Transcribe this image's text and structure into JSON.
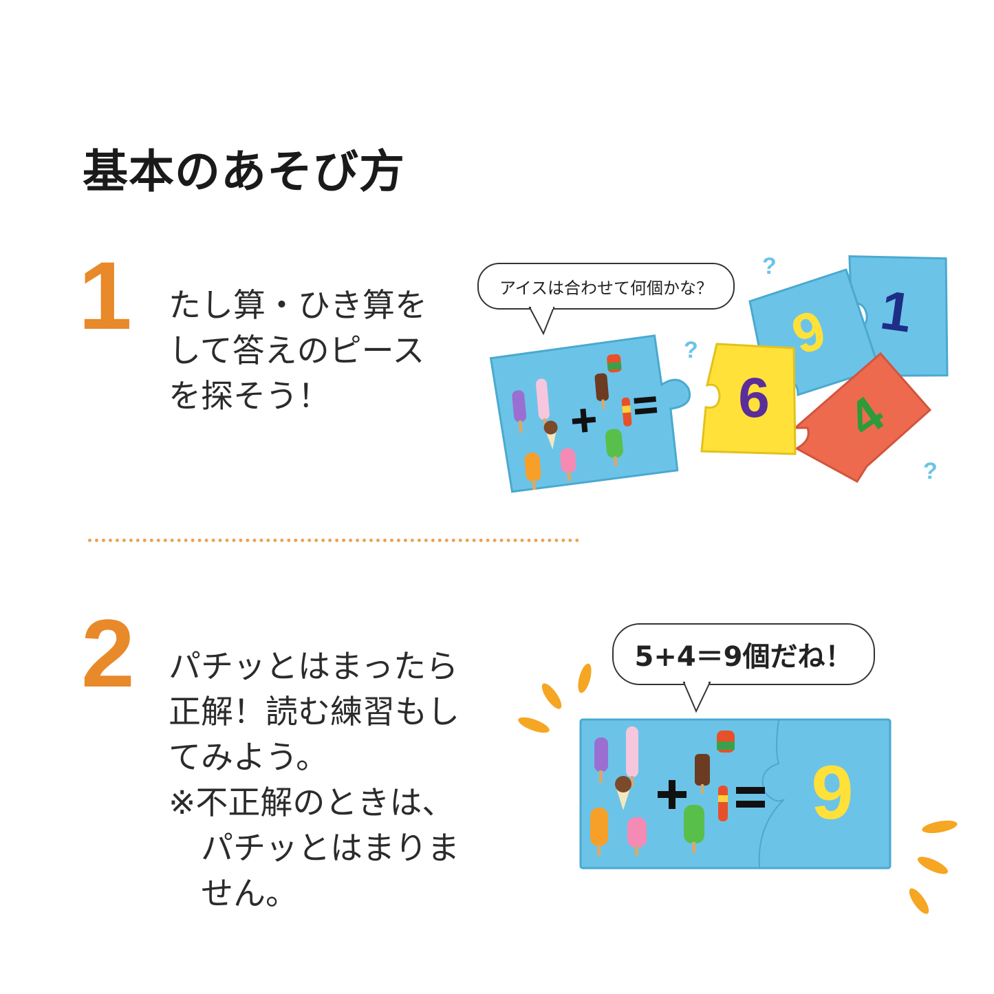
{
  "title": "基本のあそび方",
  "steps": [
    {
      "number": "1",
      "text": "たし算・ひき算を\nして答えのピース\nを探そう！",
      "speech": "アイスは合わせて何個かな？",
      "pieces": [
        "6",
        "9",
        "1",
        "4"
      ],
      "question_mark": "?"
    },
    {
      "number": "2",
      "text": "パチッとはまったら\n正解！読む練習もし\nてみよう。\n※不正解のときは、\n　パチッとはまりま\n　せん。",
      "speech": "5+4＝9個だね！",
      "answer": "9"
    }
  ],
  "colors": {
    "accent": "#e8892a",
    "divider": "#e8a456",
    "puzzle_blue": "#6cc3e8",
    "piece_yellow": "#ffe13a",
    "piece_red": "#ee6a4f",
    "num_purple": "#5b2d9a",
    "num_green": "#2e9a3a",
    "num_navy": "#1d2e86",
    "num_yellow": "#ffe13a"
  },
  "icons": [
    "ice-pop-icon",
    "plus-icon",
    "equals-icon",
    "question-mark-icon",
    "sparkle-lines-icon"
  ]
}
